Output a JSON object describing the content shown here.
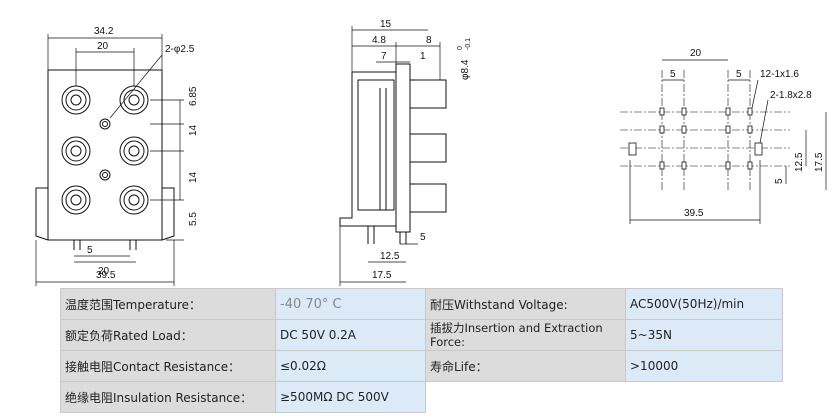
{
  "dims": {
    "front": {
      "width_top": "34.2",
      "hole": "2-φ2.5",
      "pitch_top": "6.85",
      "pitch_mid": "14",
      "pitch_low": "14",
      "pin_height": "5.5",
      "pin_pitch": "5",
      "pin_span": "20",
      "width_bottom": "39.5"
    },
    "side": {
      "total": "15",
      "a": "4.8",
      "b": "8",
      "c": "7",
      "d": "1",
      "dia": "φ8.4",
      "tol_up": "0",
      "tol_down": "-0.1",
      "pin": "5",
      "pin_span": "12.5",
      "base": "17.5"
    },
    "pcb": {
      "span": "20",
      "pitch_left": "5",
      "pitch_right": "5",
      "holes_a": "12-1x1.6",
      "holes_b": "2-1.8x2.8",
      "v1": "5",
      "v2": "12.5",
      "v3": "17.5",
      "width": "39.5"
    }
  },
  "specs": [
    {
      "l1": "温度范围Temperature：",
      "v1": "-40    70° C",
      "l2": "耐压Withstand Voltage:",
      "v2": "AC500V(50Hz)/min"
    },
    {
      "l1": "额定负荷Rated Load：",
      "v1": "DC 50V 0.2A",
      "l2": "插拔力Insertion and Extraction Force:",
      "v2": "5~35N"
    },
    {
      "l1": "接触电阻Contact Resistance：",
      "v1": "≤0.02Ω",
      "l2": "寿命Life：",
      "v2": ">10000"
    },
    {
      "l1": "绝缘电阻Insulation Resistance：",
      "v1": "≥500MΩ DC 500V",
      "l2": "",
      "v2": ""
    }
  ]
}
